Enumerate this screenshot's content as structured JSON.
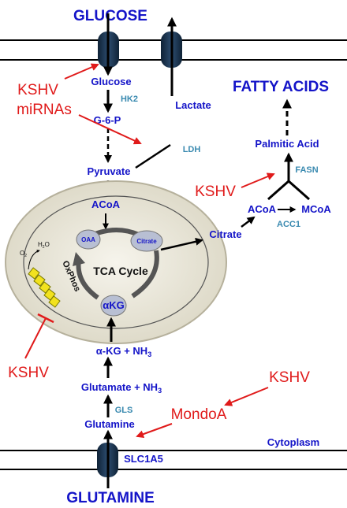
{
  "labels": {
    "glucose_top": "GLUCOSE",
    "glutamine_bottom": "GLUTAMINE",
    "fatty_acids": "FATTY ACIDS",
    "cytoplasm": "Cytoplasm",
    "slc1a5": "SLC1A5",
    "glucose": "Glucose",
    "hk2": "HK2",
    "g6p": "G-6-P",
    "pyruvate": "Pyruvate",
    "lactate": "Lactate",
    "ldh": "LDH",
    "acoa_mito": "ACoA",
    "oaa": "OAA",
    "citrate_inner": "Citrate",
    "tca_cycle": "TCA Cycle",
    "akg": "αKG",
    "oxphos": "OxPhos",
    "o2": "O",
    "o2_sub": "2",
    "h2o_h": "H",
    "h2o_sub": "2",
    "h2o_o": "O",
    "citrate_out": "Citrate",
    "acoa_cyto": "ACoA",
    "mcoa": "MCoA",
    "acc1": "ACC1",
    "fasn": "FASN",
    "palmitic": "Palmitic Acid",
    "akg_nh3": "α-KG + NH",
    "akg_nh3_sub": "3",
    "glutamate_nh3": "Glutamate + NH",
    "glutamate_nh3_sub": "3",
    "gls": "GLS",
    "glutamine": "Glutamine",
    "mondoa": "MondoA",
    "kshv_mirnas_1": "KSHV",
    "kshv_mirnas_2": "miRNAs",
    "kshv_fasn": "KSHV",
    "kshv_oxphos": "KSHV",
    "kshv_mondoa": "KSHV"
  },
  "colors": {
    "blue": "#1414c8",
    "enzyme": "#3a8ab0",
    "red": "#e01a1a",
    "transporter": "#1b3552",
    "mito_fill": "#ece9dc",
    "oxphos_yellow": "#f2e21e"
  }
}
